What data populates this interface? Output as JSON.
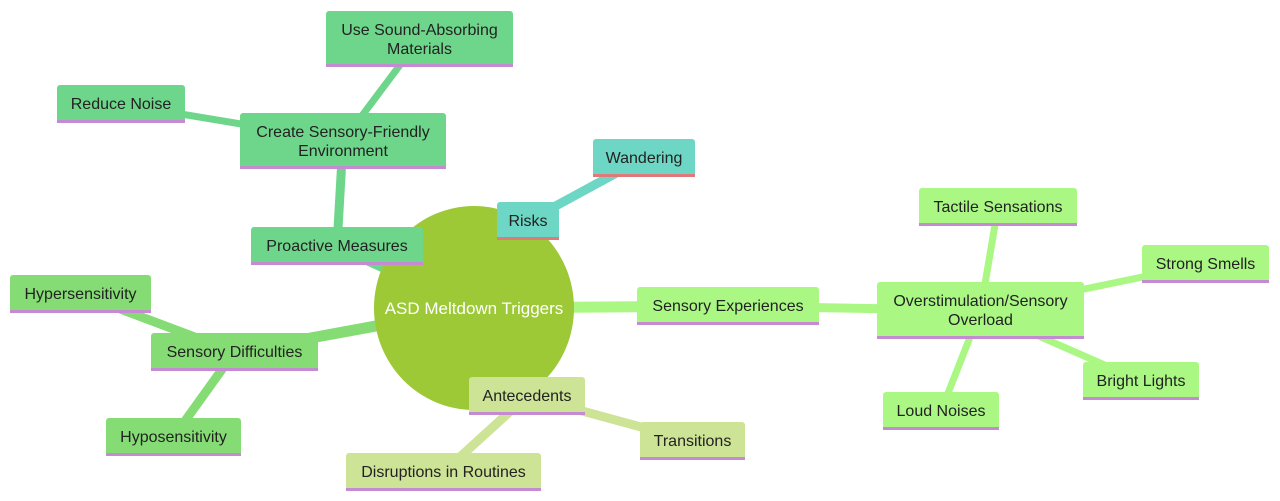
{
  "root": {
    "label": "ASD Meltdown Triggers",
    "color": "#9cc935"
  },
  "branches": [
    {
      "id": "risks",
      "label": "Risks",
      "color": "#6ed6c4",
      "children": [
        {
          "id": "wandering",
          "label": "Wandering"
        }
      ]
    },
    {
      "id": "proactive",
      "label": "Proactive Measures",
      "color": "#6ed68a",
      "children": [
        {
          "id": "create-env",
          "label": "Create Sensory-Friendly Environment",
          "children": [
            {
              "id": "reduce-noise",
              "label": "Reduce Noise"
            },
            {
              "id": "sound-absorbing",
              "label": "Use Sound-Absorbing Materials"
            }
          ]
        }
      ]
    },
    {
      "id": "sensory-difficulties",
      "label": "Sensory Difficulties",
      "color": "#86dc74",
      "children": [
        {
          "id": "hypersensitivity",
          "label": "Hypersensitivity"
        },
        {
          "id": "hyposensitivity",
          "label": "Hyposensitivity"
        }
      ]
    },
    {
      "id": "antecedents",
      "label": "Antecedents",
      "color": "#cde396",
      "children": [
        {
          "id": "disruptions",
          "label": "Disruptions in Routines"
        },
        {
          "id": "transitions",
          "label": "Transitions"
        }
      ]
    },
    {
      "id": "sensory-experiences",
      "label": "Sensory Experiences",
      "color": "#aaf883",
      "children": [
        {
          "id": "overstimulation",
          "label": "Overstimulation/Sensory Overload",
          "children": [
            {
              "id": "tactile",
              "label": "Tactile Sensations"
            },
            {
              "id": "strong-smells",
              "label": "Strong Smells"
            },
            {
              "id": "bright-lights",
              "label": "Bright Lights"
            },
            {
              "id": "loud-noises",
              "label": "Loud Noises"
            }
          ]
        }
      ]
    }
  ],
  "underline_color": "#c58bd2",
  "risks_underline_color": "#e07a7a"
}
